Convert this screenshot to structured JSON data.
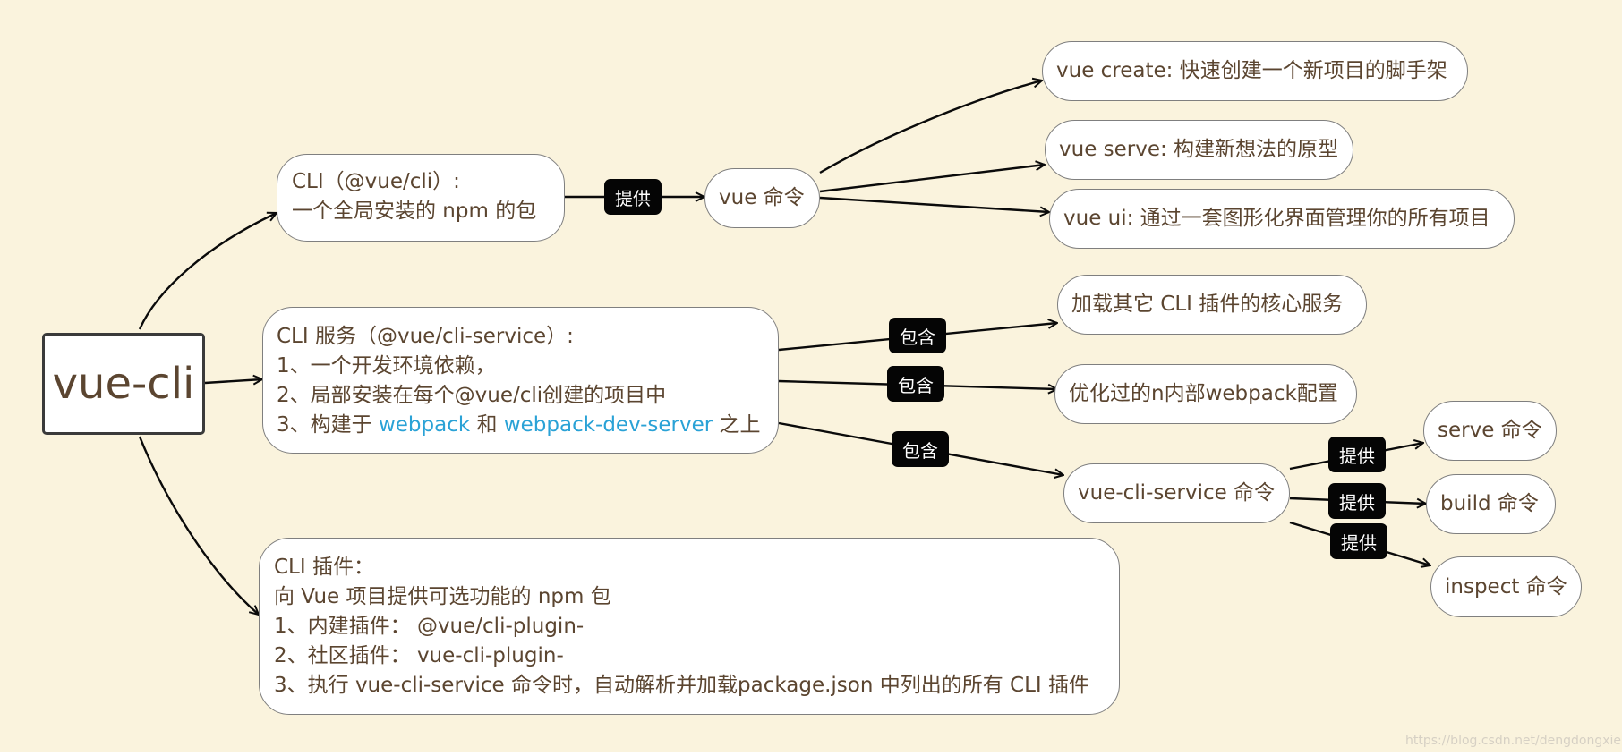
{
  "root": {
    "label": "vue-cli"
  },
  "cli": {
    "lines": [
      "CLI（@vue/cli）:",
      "一个全局安装的 npm 的包"
    ],
    "edge_label": "提供",
    "vue_command": {
      "label": "vue 命令",
      "children": [
        "vue create: 快速创建一个新项目的脚手架",
        "vue serve: 构建新想法的原型",
        "vue ui: 通过一套图形化界面管理你的所有项目"
      ]
    }
  },
  "service": {
    "title": "CLI 服务（@vue/cli-service）:",
    "item1": "1、一个开发环境依赖，",
    "item2": "2、局部安装在每个@vue/cli创建的项目中",
    "item3": {
      "prefix": "3、构建于 ",
      "link1": "webpack",
      "middle": " 和 ",
      "link2": "webpack-dev-server",
      "suffix": " 之上"
    },
    "edge_label": "包含",
    "children": [
      "加载其它 CLI 插件的核心服务",
      "优化过的n内部webpack配置",
      "vue-cli-service 命令"
    ],
    "cli_service_command": {
      "edge_label": "提供",
      "children": [
        "serve 命令",
        "build 命令",
        "inspect 命令"
      ]
    }
  },
  "plugins": {
    "lines": [
      "CLI 插件：",
      "向 Vue 项目提供可选功能的 npm 包",
      "1、内建插件： @vue/cli-plugin-",
      "2、社区插件： vue-cli-plugin-",
      "3、执行 vue-cli-service 命令时，自动解析并加载package.json 中列出的所有 CLI 插件"
    ]
  },
  "watermark": "https://blog.csdn.net/dengdongxie",
  "colors": {
    "background": "#faf3dd",
    "node_text": "#5b4530",
    "link": "#2aa2d6",
    "tag_bg": "#050505"
  }
}
